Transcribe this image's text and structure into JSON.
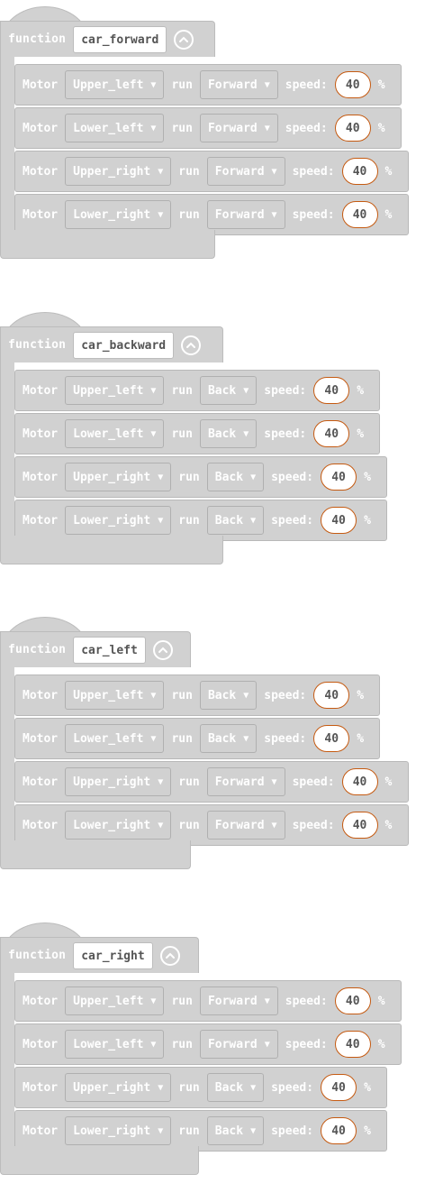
{
  "labels": {
    "function": "function",
    "motor": "Motor",
    "run": "run",
    "speed": "speed:",
    "percent": "%"
  },
  "functions": [
    {
      "name": "car_forward",
      "motors": [
        {
          "motor": "Upper_left",
          "direction": "Forward",
          "speed": "40"
        },
        {
          "motor": "Lower_left",
          "direction": "Forward",
          "speed": "40"
        },
        {
          "motor": "Upper_right",
          "direction": "Forward",
          "speed": "40"
        },
        {
          "motor": "Lower_right",
          "direction": "Forward",
          "speed": "40"
        }
      ]
    },
    {
      "name": "car_backward",
      "motors": [
        {
          "motor": "Upper_left",
          "direction": "Back",
          "speed": "40"
        },
        {
          "motor": "Lower_left",
          "direction": "Back",
          "speed": "40"
        },
        {
          "motor": "Upper_right",
          "direction": "Back",
          "speed": "40"
        },
        {
          "motor": "Lower_right",
          "direction": "Back",
          "speed": "40"
        }
      ]
    },
    {
      "name": "car_left",
      "motors": [
        {
          "motor": "Upper_left",
          "direction": "Back",
          "speed": "40"
        },
        {
          "motor": "Lower_left",
          "direction": "Back",
          "speed": "40"
        },
        {
          "motor": "Upper_right",
          "direction": "Forward",
          "speed": "40"
        },
        {
          "motor": "Lower_right",
          "direction": "Forward",
          "speed": "40"
        }
      ]
    },
    {
      "name": "car_right",
      "motors": [
        {
          "motor": "Upper_left",
          "direction": "Forward",
          "speed": "40"
        },
        {
          "motor": "Lower_left",
          "direction": "Forward",
          "speed": "40"
        },
        {
          "motor": "Upper_right",
          "direction": "Back",
          "speed": "40"
        },
        {
          "motor": "Lower_right",
          "direction": "Back",
          "speed": "40"
        }
      ]
    }
  ]
}
